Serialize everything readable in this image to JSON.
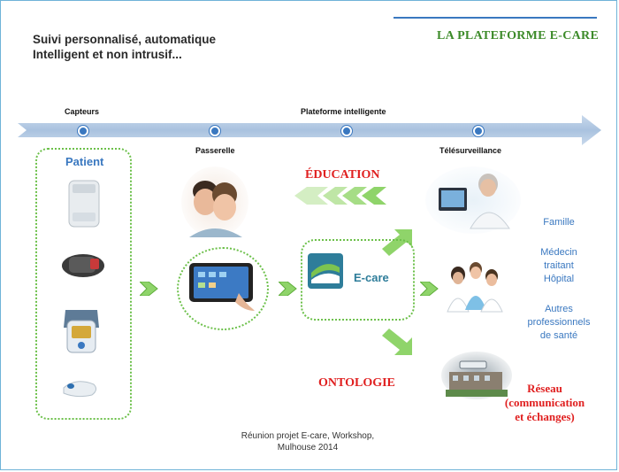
{
  "header": {
    "tagline_line1": "Suivi personnalisé, automatique",
    "tagline_line2": "Intelligent et non intrusif...",
    "brand_title": "LA PLATEFORME E-CARE"
  },
  "timeline": {
    "labels": {
      "capteurs": "Capteurs",
      "plateforme": "Plateforme intelligente",
      "passerelle": "Passerelle",
      "telesurveillance": "Télésurveillance"
    }
  },
  "patient": {
    "title": "Patient"
  },
  "center": {
    "education": "ÉDUCATION",
    "ontologie": "ONTOLOGIE",
    "ecare": "E-care"
  },
  "right": {
    "famille": "Famille",
    "medecin_line1": "Médecin",
    "medecin_line2": "traitant",
    "hopital": "Hôpital",
    "autres_line1": "Autres",
    "autres_line2": "professionnels",
    "autres_line3": "de santé",
    "reseau_line1": "Réseau",
    "reseau_line2": "(communication",
    "reseau_line3": "et échanges)"
  },
  "footer": {
    "line1": "Réunion projet E-care, Workshop,",
    "line2": "Mulhouse 2014"
  },
  "colors": {
    "accent_blue": "#3a78c0",
    "accent_green": "#6cc04a",
    "accent_red": "#e02020",
    "brand_green": "#3d8b2a"
  },
  "icons": {
    "device_scale": "scale-device-icon",
    "device_wrist": "wrist-sensor-icon",
    "device_bp": "blood-pressure-monitor-icon",
    "device_pen": "glucose-pen-icon",
    "tablet": "tablet-icon",
    "couple_photo": "couple-photo-icon",
    "doctor_computer": "doctor-computer-icon",
    "medical_team": "medical-team-icon",
    "hospital": "hospital-icon",
    "ecare_logo": "ecare-logo-icon"
  }
}
